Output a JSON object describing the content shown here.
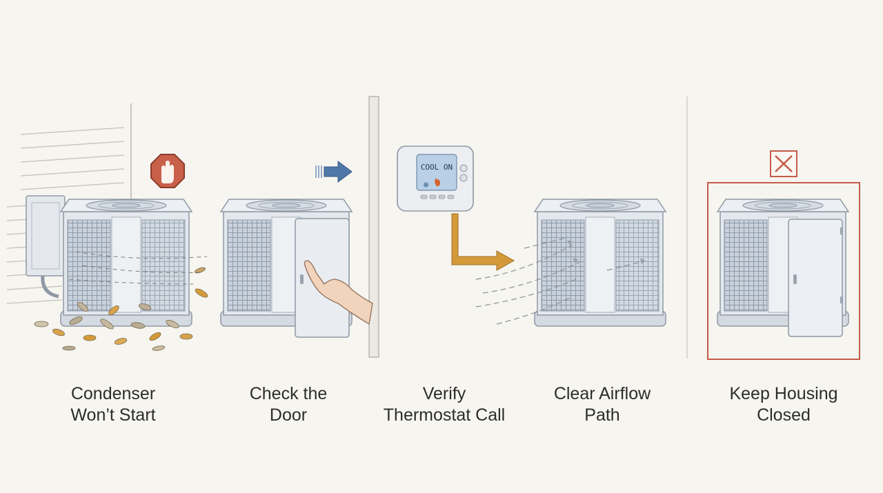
{
  "steps": [
    {
      "line1": "Condenser",
      "line2": "Won’t Start",
      "icon": "stop-hand-icon"
    },
    {
      "line1": "Check the",
      "line2": "Door",
      "icon": "arrow-right-icon"
    },
    {
      "line1": "Verify",
      "line2": "Thermostat Call",
      "icon": "thermostat-icon"
    },
    {
      "line1": "Clear Airflow",
      "line2": "Path",
      "icon": "airflow-icon"
    },
    {
      "line1": "Keep Housing",
      "line2": "Closed",
      "icon": "x-box-icon"
    }
  ],
  "thermostat": {
    "display": "COOL ON"
  },
  "colors": {
    "background": "#f6f5f0",
    "stop": "#c9604a",
    "arrow": "#d49a3a",
    "blue_arrow": "#4f78a8",
    "warning_frame": "#c55a47",
    "unit_body": "#dfe4ea",
    "lcd": "#b9d0e6"
  }
}
